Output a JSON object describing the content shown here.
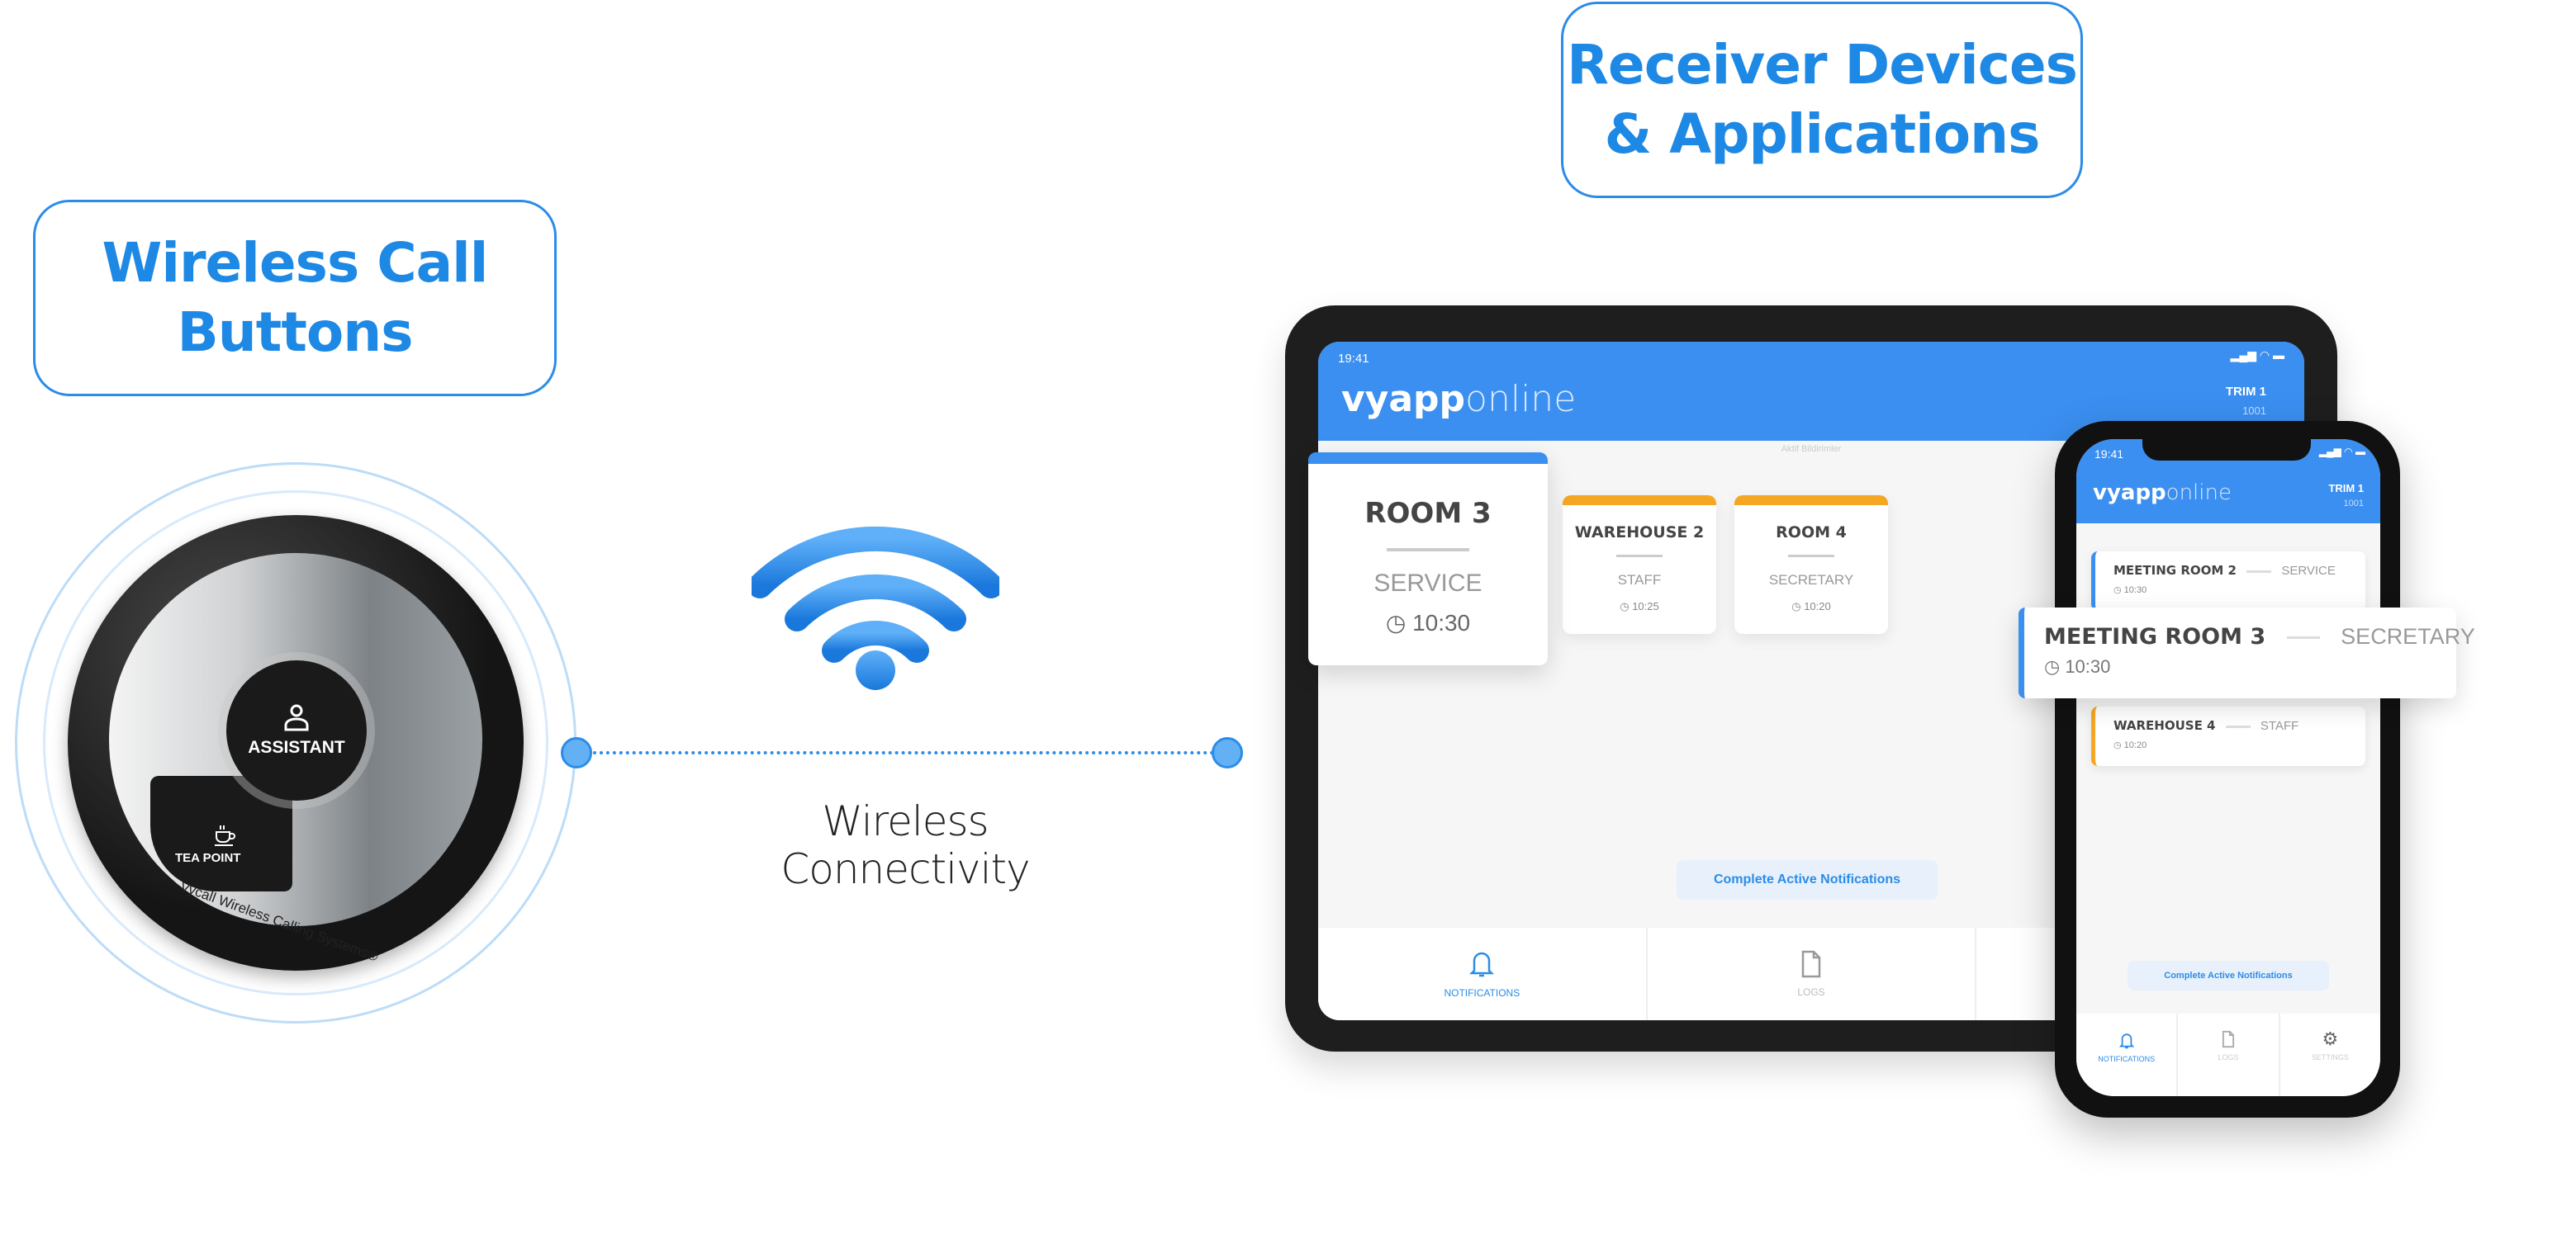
{
  "left_label": {
    "line1": "Wireless Call",
    "line2": "Buttons"
  },
  "right_label": {
    "line1": "Receiver Devices",
    "line2": "& Applications"
  },
  "call_button": {
    "main_label": "ASSISTANT",
    "main_icon": "person-icon",
    "secondary_label": "TEA POINT",
    "secondary_icon": "coffee-cup-icon",
    "brand": "Vycall Wireless Calling Systems®"
  },
  "connectivity": {
    "label": "Wireless Connectivity",
    "icon": "wifi-icon"
  },
  "colors": {
    "accent": "#1e88e5",
    "app_header": "#3b8ff0",
    "pending": "#f5a623"
  },
  "tablet": {
    "status_time": "19:41",
    "logo_bold": "vyapp",
    "logo_light": "online",
    "user": "TRIM 1",
    "user_id": "1001",
    "section_title": "Aktif Bildirimler",
    "cards": [
      {
        "name": "ROOM 3",
        "role": "SERVICE",
        "time": "10:30"
      },
      {
        "name": "WAREHOUSE 2",
        "role": "STAFF",
        "time": "10:25"
      },
      {
        "name": "ROOM 4",
        "role": "SECRETARY",
        "time": "10:20"
      }
    ],
    "complete_button": "Complete Active Notifications",
    "nav": [
      {
        "label": "NOTIFICATIONS",
        "icon": "bell-icon"
      },
      {
        "label": "LOGS",
        "icon": "document-icon"
      }
    ]
  },
  "phone": {
    "status_time": "19:41",
    "logo_bold": "vyapp",
    "logo_light": "online",
    "user": "TRIM 1",
    "user_id": "1001",
    "rows": [
      {
        "name": "MEETING ROOM 2",
        "role": "SERVICE",
        "time": "10:30"
      },
      {
        "name": "MEETING ROOM 3",
        "role": "SECRETARY",
        "time": "10:30"
      },
      {
        "name": "WAREHOUSE 4",
        "role": "STAFF",
        "time": "10:20"
      }
    ],
    "complete_button": "Complete Active Notifications",
    "nav": [
      {
        "label": "NOTIFICATIONS",
        "icon": "bell-icon"
      },
      {
        "label": "LOGS",
        "icon": "document-icon"
      },
      {
        "label": "SETTINGS",
        "icon": "gear-icon"
      }
    ]
  }
}
